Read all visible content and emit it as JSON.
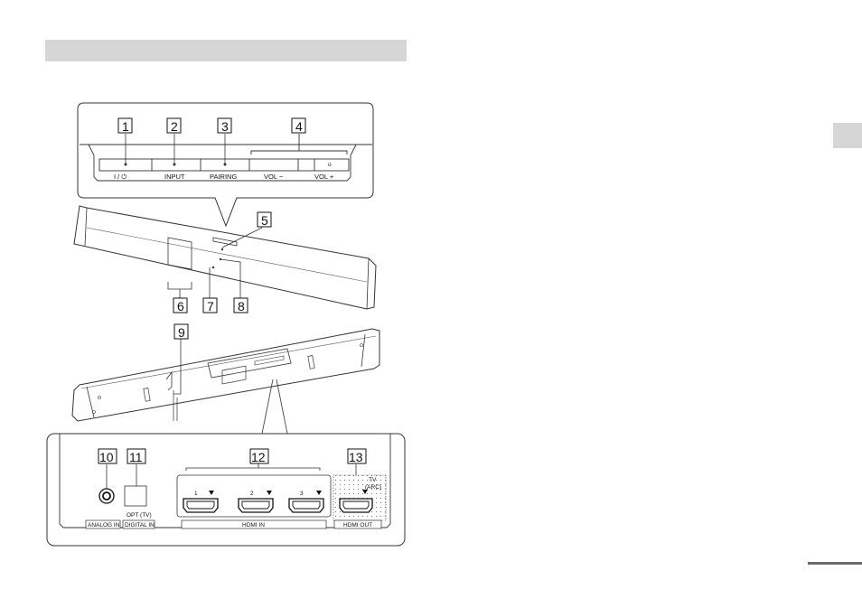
{
  "callouts": {
    "c1": "1",
    "c2": "2",
    "c3": "3",
    "c4": "4",
    "c5": "5",
    "c6": "6",
    "c7": "7",
    "c8": "8",
    "c9": "9",
    "c10": "10",
    "c11": "11",
    "c12": "12",
    "c13": "13"
  },
  "top_panel": {
    "power_label": "I / ⏻",
    "input_label": "INPUT",
    "pairing_label": "PAIRING",
    "vol_minus_label": "VOL −",
    "vol_plus_label": "VOL +",
    "vol_plus_dot": "o"
  },
  "rear_panel": {
    "analog_in_label": "ANALOG IN",
    "opt_tv_label": "OPT (TV)",
    "digital_in_label": "DIGITAL IN",
    "hdmi_in_label": "HDMI IN",
    "hdmi_in_1": "1",
    "hdmi_in_2": "2",
    "hdmi_in_3": "3",
    "hdmi_out_label": "HDMI OUT",
    "tv_label": "TV",
    "arc_label": "(ARC)"
  },
  "colors": {
    "tab_gray": "#d6d6d6",
    "line": "#333333"
  }
}
